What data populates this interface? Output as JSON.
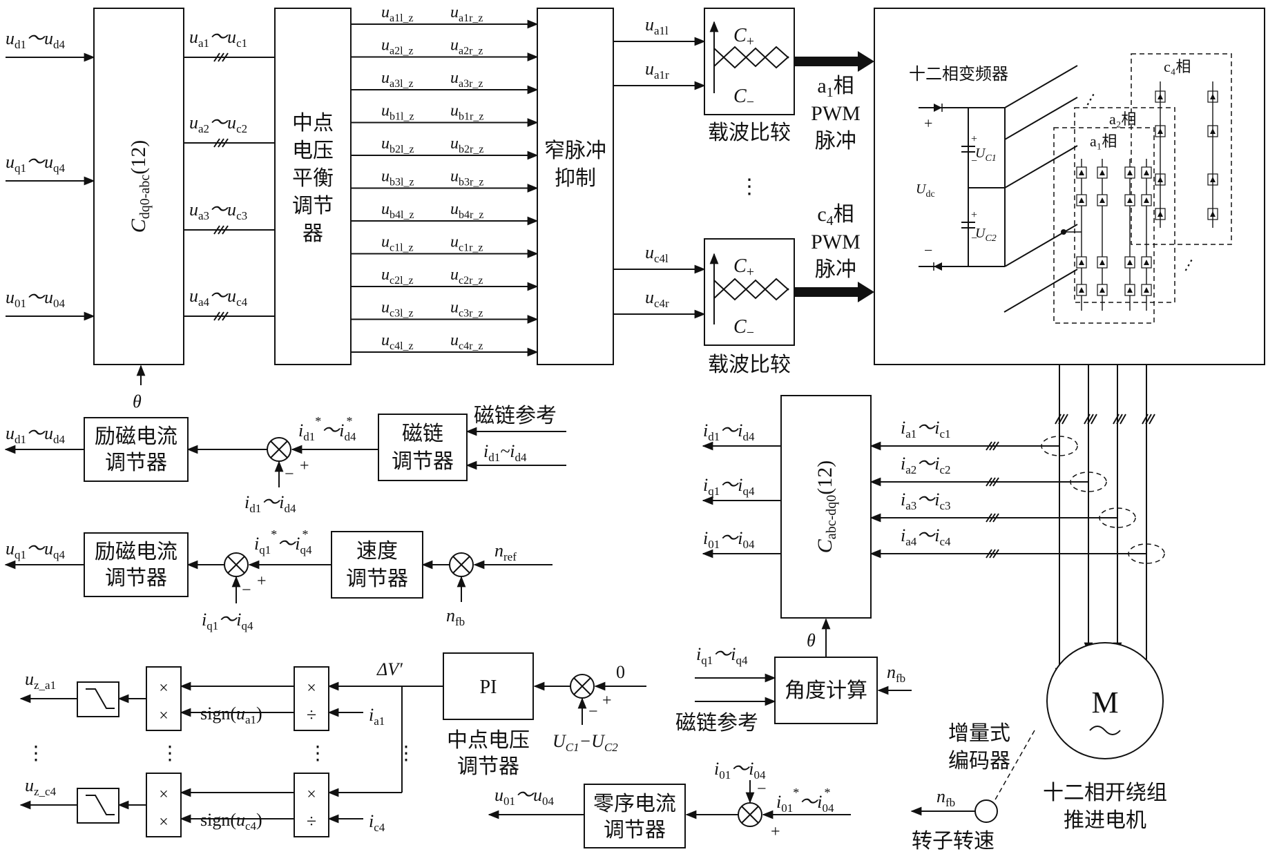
{
  "blocks": {
    "cdq0abc": "C",
    "cdq0abc_sub": "dq0-abc",
    "cdq0abc_arg": "(12)",
    "npv_balance": [
      "中点",
      "电压",
      "平衡",
      "调节",
      "器"
    ],
    "narrow_pulse": [
      "窄脉冲",
      "抑制"
    ],
    "carrier_cmp": "载波比较",
    "carrier_cmp2": "载波比较",
    "c_plus": "C",
    "c_plus_sub": "+",
    "c_minus": "C",
    "c_minus_sub": "−",
    "a1_pwm": [
      "a",
      "1",
      "相",
      "PWM",
      "脉冲"
    ],
    "c4_pwm": [
      "c",
      "4",
      "相",
      "PWM",
      "脉冲"
    ],
    "inverter_title": "十二相变频器",
    "phase_a1": "a₁相",
    "phase_a2": "a₂相",
    "phase_c4": "c₄相",
    "udc": "U",
    "udc_sub": "dc",
    "uc1": "U",
    "uc1_sub": "C1",
    "uc2": "U",
    "uc2_sub": "C2",
    "plus": "+",
    "minus": "−",
    "excitation1": [
      "励磁电流",
      "调节器"
    ],
    "excitation2": [
      "励磁电流",
      "调节器"
    ],
    "flux_reg": [
      "磁链",
      "调节器"
    ],
    "speed_reg": [
      "速度",
      "调节器"
    ],
    "cabcdq0": "C",
    "cabcdq0_sub": "abc-dq0",
    "cabcdq0_arg": "(12)",
    "angle_calc": "角度计算",
    "pi": "PI",
    "npv_reg": [
      "中点电压",
      "调节器"
    ],
    "zero_seq_reg": [
      "零序电流",
      "调节器"
    ],
    "motor": "M",
    "motor_label": [
      "十二相开绕组",
      "推进电机"
    ],
    "encoder": [
      "增量式",
      "编码器"
    ],
    "rotor_speed": "转子转速",
    "mul": "×",
    "div": "÷",
    "dots": "⋮"
  },
  "signals": {
    "ud": [
      "u",
      "d1",
      "～u",
      "d4"
    ],
    "uq": [
      "u",
      "q1",
      "～u",
      "q4"
    ],
    "u0": [
      "u",
      "01",
      "～u",
      "04"
    ],
    "ua1c1": [
      "u",
      "a1",
      "～u",
      "c1"
    ],
    "ua2c2": [
      "u",
      "a2",
      "～u",
      "c2"
    ],
    "ua3c3": [
      "u",
      "a3",
      "～u",
      "c3"
    ],
    "ua4c4": [
      "u",
      "a4",
      "～u",
      "c4"
    ],
    "theta": "θ",
    "z_pairs": [
      [
        "a1l_z",
        "a1r_z"
      ],
      [
        "a2l_z",
        "a2r_z"
      ],
      [
        "a3l_z",
        "a3r_z"
      ],
      [
        "b1l_z",
        "b1r_z"
      ],
      [
        "b2l_z",
        "b2r_z"
      ],
      [
        "b3l_z",
        "b3r_z"
      ],
      [
        "b4l_z",
        "b4r_z"
      ],
      [
        "c1l_z",
        "c1r_z"
      ],
      [
        "c2l_z",
        "c2r_z"
      ],
      [
        "c3l_z",
        "c3r_z"
      ],
      [
        "c4l_z",
        "c4r_z"
      ]
    ],
    "ua1l": [
      "u",
      "a1l"
    ],
    "ua1r": [
      "u",
      "a1r"
    ],
    "uc4l": [
      "u",
      "c4l"
    ],
    "uc4r": [
      "u",
      "c4r"
    ],
    "flux_ref": "磁链参考",
    "id_star": [
      "i",
      "d1",
      "～i",
      "d4"
    ],
    "id_in": [
      "i",
      "d1",
      "~i",
      "d4"
    ],
    "id_fb": [
      "i",
      "d1",
      "～i",
      "d4"
    ],
    "iq_star": [
      "i",
      "q1",
      "～i",
      "q4"
    ],
    "iq_fb": [
      "i",
      "q1",
      "～i",
      "q4"
    ],
    "n_ref": [
      "n",
      "ref"
    ],
    "n_fb": [
      "n",
      "fb"
    ],
    "ia1c1": [
      "i",
      "a1",
      "～i",
      "c1"
    ],
    "ia2c2": [
      "i",
      "a2",
      "～i",
      "c2"
    ],
    "ia3c3": [
      "i",
      "a3",
      "～i",
      "c3"
    ],
    "ia4c4": [
      "i",
      "a4",
      "～i",
      "c4"
    ],
    "id_out": [
      "i",
      "d1",
      "～i",
      "d4"
    ],
    "iq_out": [
      "i",
      "q1",
      "～i",
      "q4"
    ],
    "i0_out": [
      "i",
      "01",
      "～i",
      "04"
    ],
    "iq_angle": [
      "i",
      "q1",
      "～i",
      "q4"
    ],
    "flux_ref2": "磁链参考",
    "n_fb2": [
      "n",
      "fb"
    ],
    "delta_v": "ΔV′",
    "zero": "0",
    "uc1_uc2": [
      "U",
      "C1",
      "−U",
      "C2"
    ],
    "uz_a1": [
      "u",
      "z_a1"
    ],
    "uz_c4": [
      "u",
      "z_c4"
    ],
    "sign_a1": [
      "sign(",
      "u",
      "a1",
      ")"
    ],
    "sign_c4": [
      "sign(",
      "u",
      "c4",
      ")"
    ],
    "ia1": [
      "i",
      "a1"
    ],
    "ic4": [
      "i",
      "c4"
    ],
    "u0_out": [
      "u",
      "01",
      "～u",
      "04"
    ],
    "i0_fb": [
      "i",
      "01",
      "～i",
      "04"
    ],
    "i0_star": [
      "i",
      "01",
      "～i",
      "04"
    ],
    "star": "*"
  }
}
